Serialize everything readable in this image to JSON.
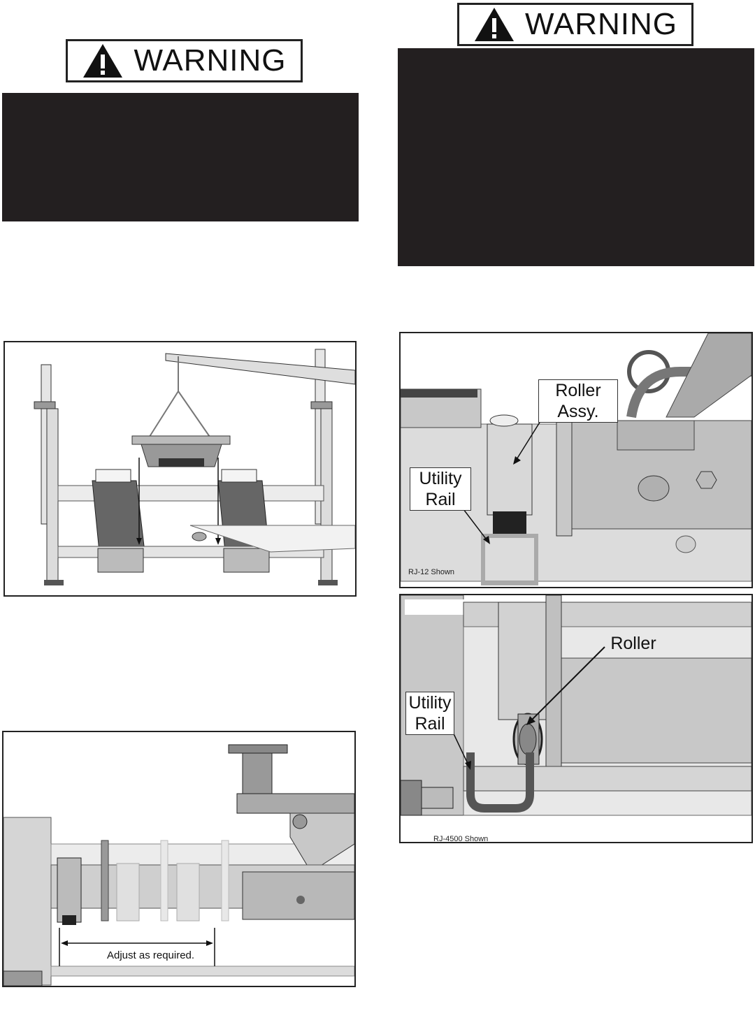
{
  "warnings": {
    "left": {
      "label": "WARNING"
    },
    "right": {
      "label": "WARNING"
    }
  },
  "figures": {
    "upper_right": {
      "callout_roller_assy_line1": "Roller",
      "callout_roller_assy_line2": "Assy.",
      "callout_utility_rail_line1": "Utility",
      "callout_utility_rail_line2": "Rail",
      "caption": "RJ-12 Shown"
    },
    "lower_right": {
      "callout_roller": "Roller",
      "callout_utility_rail_line1": "Utility",
      "callout_utility_rail_line2": "Rail",
      "caption": "RJ-4500 Shown"
    },
    "lower_left": {
      "dimension_label": "Adjust as required."
    }
  },
  "colors": {
    "warning_panel": "#231f20",
    "line": "#222222"
  }
}
